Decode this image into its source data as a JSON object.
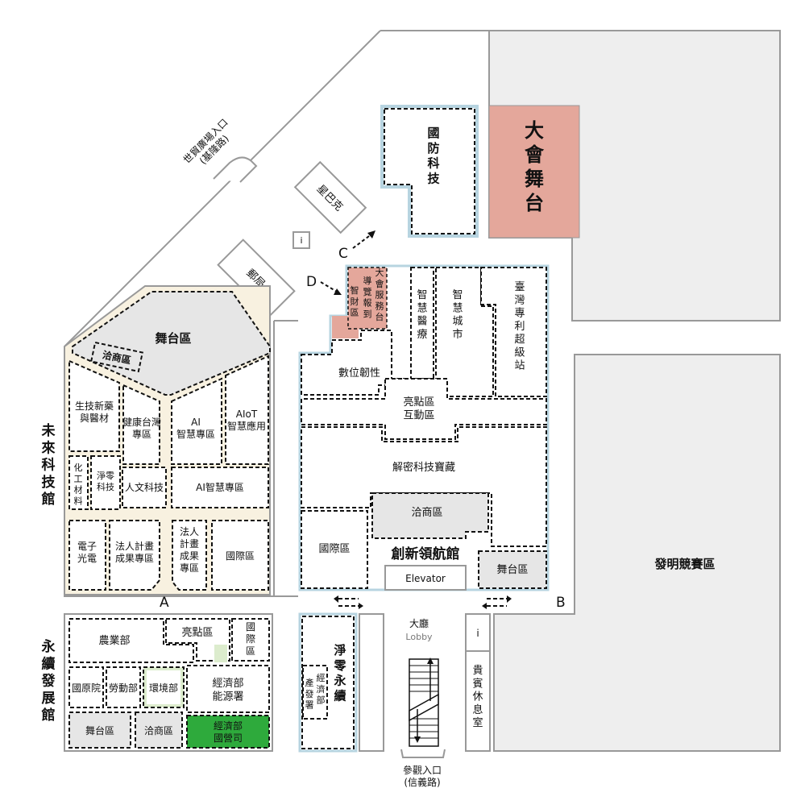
{
  "entrances": {
    "world_trade": "世貿廣場入口\n(基隆路)",
    "visitor": "參觀入口\n(信義路)",
    "marker_a": "A",
    "marker_b": "B",
    "marker_c": "C",
    "marker_d": "D"
  },
  "top_area": {
    "defense": "國\n防\n科\n技",
    "main_stage": "大\n會\n舞\n台",
    "starbucks": "星巴克",
    "post_office": "郵局",
    "info": "i"
  },
  "future_tech": {
    "title": "未\n來\n科\n技\n館",
    "stage": "舞台區",
    "meeting": "洽商區",
    "biotech": "生技新藥\n與醫材",
    "health_tw": "健康台灣\n專區",
    "ai_wisdom": "AI\n智慧專區",
    "aiot": "AIoT\n智慧應用",
    "chem": "化\n工\n材\n料",
    "netzero": "淨零\n科技",
    "humanities": "人文科技",
    "ai_zone": "AI智慧專區",
    "electronics": "電子\n光電",
    "legal_results": "法人計畫\n成果專區",
    "legal_results2": "法人\n計畫\n成果\n專區",
    "international": "國際區"
  },
  "innovation": {
    "title": "創新領航館",
    "service_desk": "大\n會\n服\n務\n台",
    "guide_report": "導\n覽\n報\n到",
    "ip_zone": "智\n財\n區",
    "smart_medical": "智\n慧\n醫\n療",
    "smart_city": "智\n慧\n城\n市",
    "tw_patent": "臺\n灣\n專\n利\n超\n級\n站",
    "digital_resilience": "數位韌性",
    "highlight": "亮點區\n互動區",
    "decrypt": "解密科技寶藏",
    "meeting": "洽商區",
    "international": "國際區",
    "stage": "舞台區",
    "elevator": "Elevator"
  },
  "invention": {
    "title": "發明競賽區"
  },
  "sustainable": {
    "title": "永\n續\n發\n展\n館",
    "agriculture": "農業部",
    "highlight": "亮點區",
    "international": "國\n際\n區",
    "nuclear": "國原院",
    "labor": "勞動部",
    "environment": "環境部",
    "energy": "經濟部\n能源署",
    "stage": "舞台區",
    "meeting": "洽商區",
    "cpc": "經濟部\n國營司"
  },
  "netzero_hall": {
    "title": "淨\n零\n永\n續",
    "industrial": "經\n濟\n部",
    "industrial2": "產\n發\n署"
  },
  "lobby": {
    "label": "大廳",
    "label_en": "Lobby"
  },
  "vip_room": {
    "label": "貴\n賓\n休\n息\n室",
    "info": "i"
  },
  "colors": {
    "stage_pink": "#e4a79b",
    "green": "#2eaa3c",
    "light_green": "#dceccd",
    "corridor": "#f8f1e0",
    "gray_zone": "#e6e6e6",
    "hall_blue": "#b7d4e0"
  }
}
